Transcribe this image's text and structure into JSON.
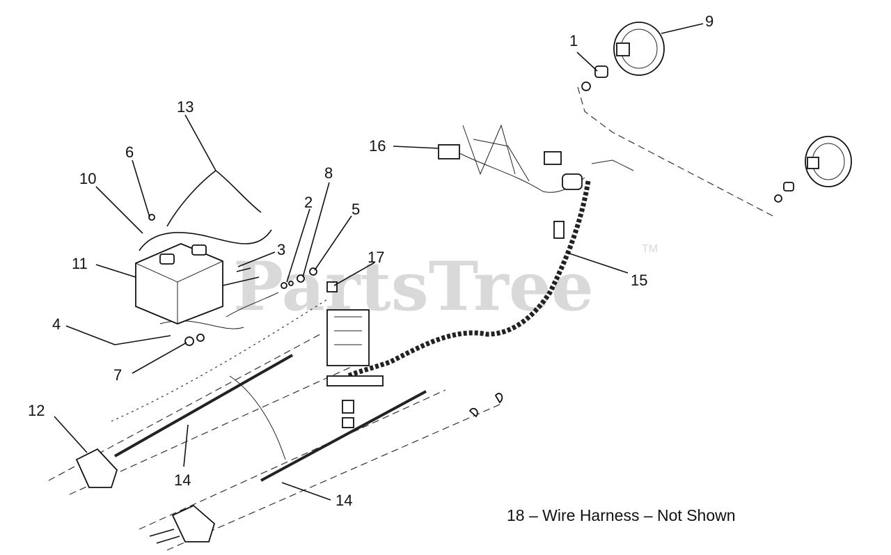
{
  "watermark": {
    "text": "PartsTree",
    "trademark": "TM"
  },
  "footnote": "18 – Wire Harness – Not Shown",
  "callouts": {
    "c1": "1",
    "c2": "2",
    "c3": "3",
    "c4": "4",
    "c5": "5",
    "c6": "6",
    "c7": "7",
    "c8": "8",
    "c9": "9",
    "c10": "10",
    "c11": "11",
    "c12": "12",
    "c13": "13",
    "c14a": "14",
    "c14b": "14",
    "c15": "15",
    "c16": "16",
    "c17": "17"
  }
}
